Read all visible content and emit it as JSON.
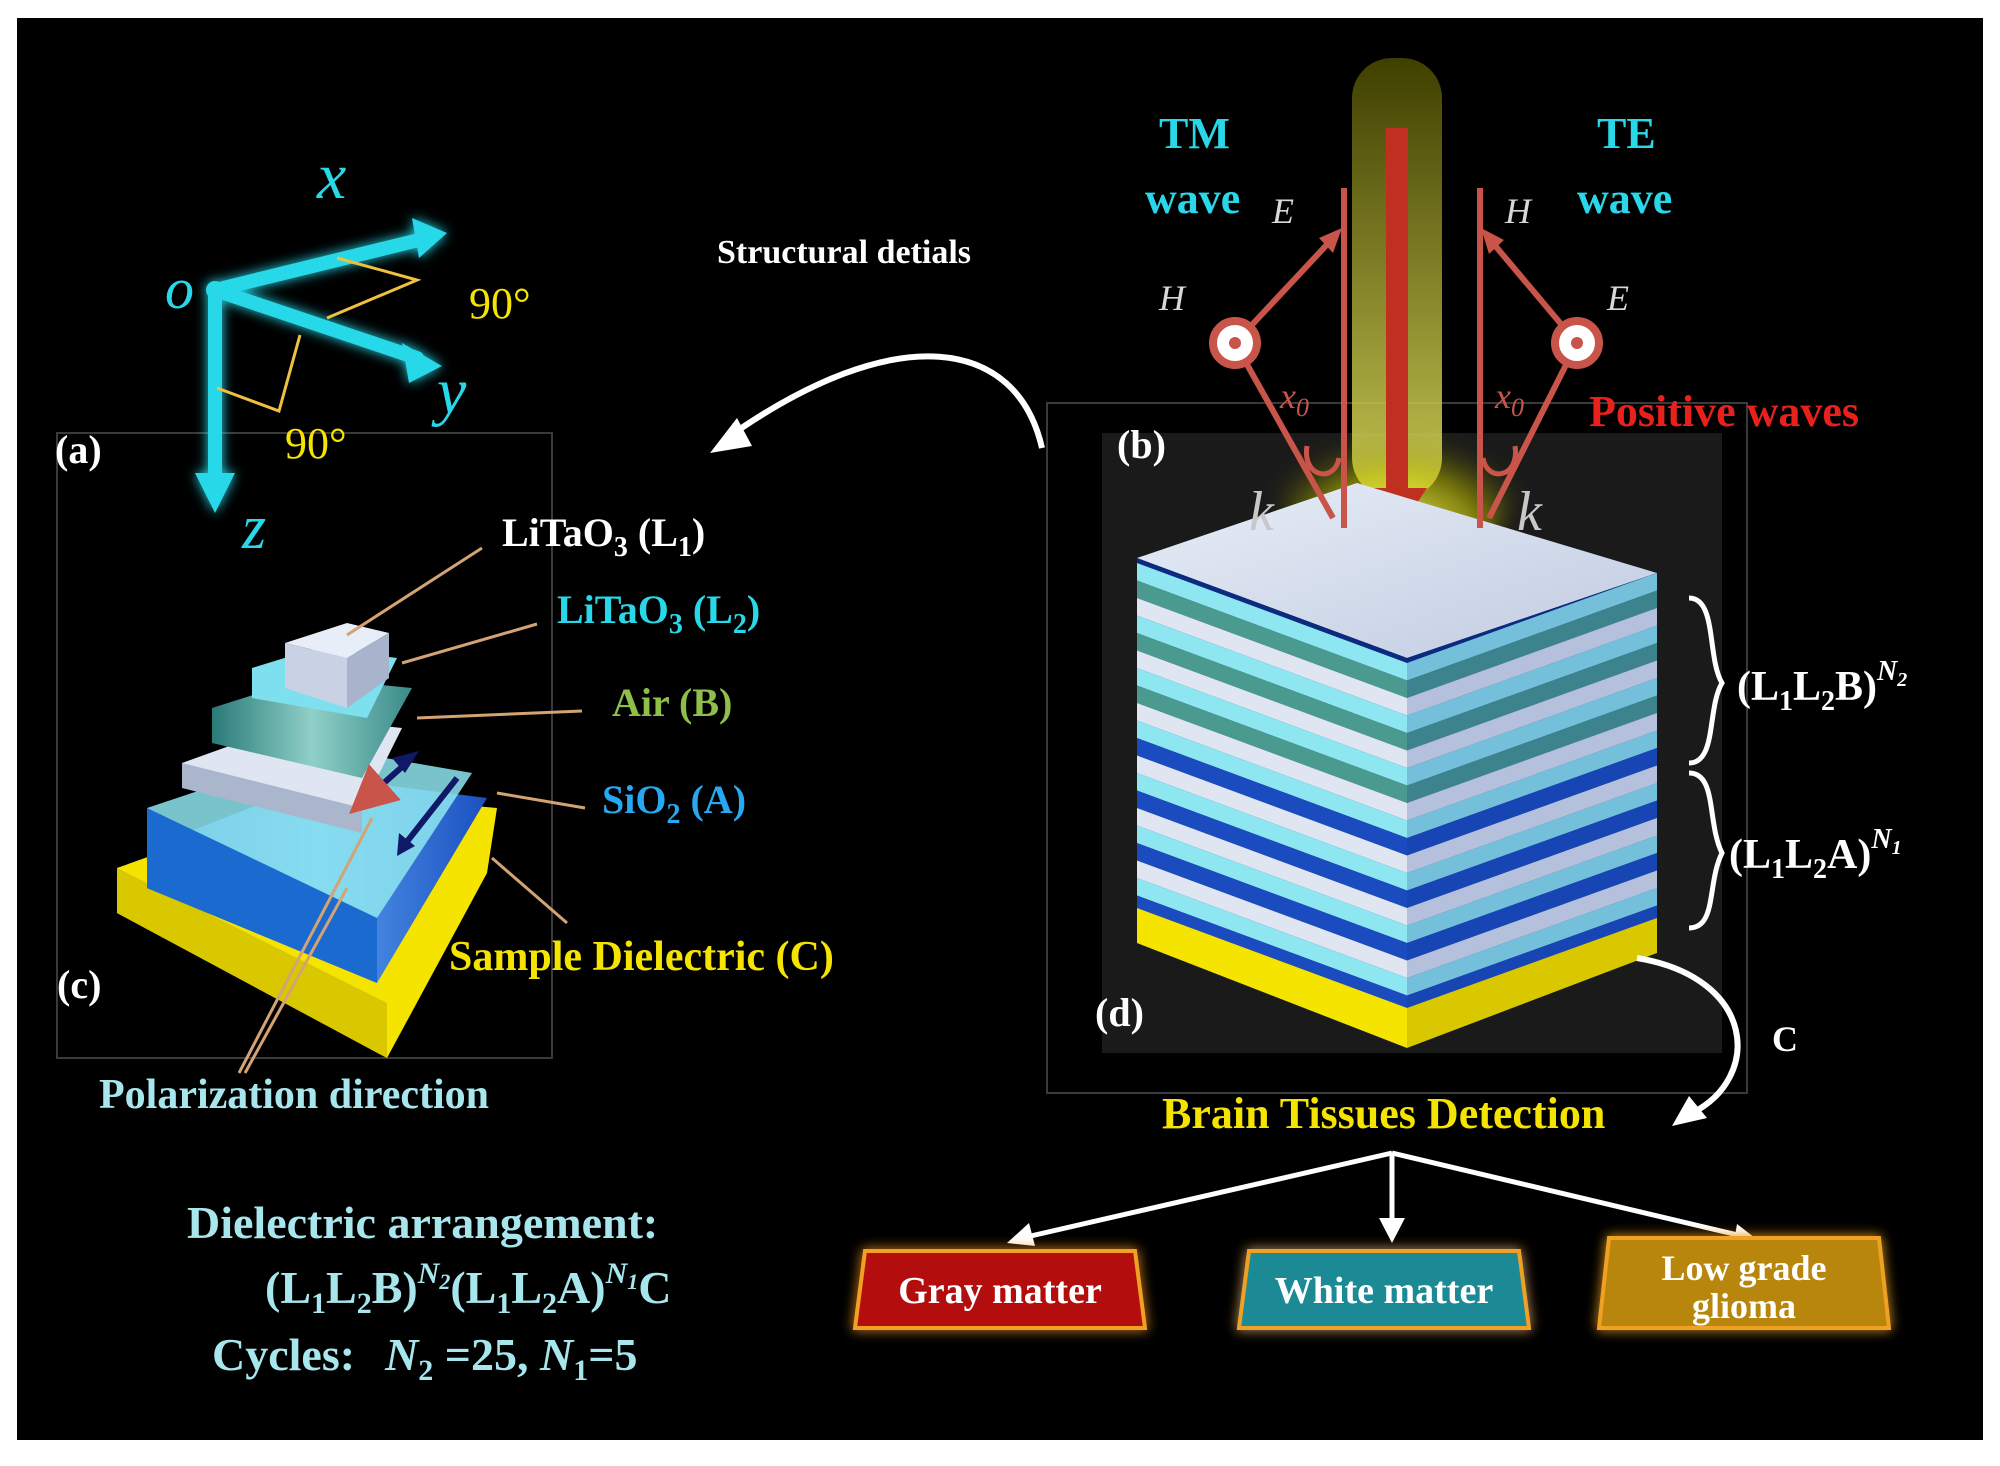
{
  "axes": {
    "x": "x",
    "y": "y",
    "z": "z",
    "origin": "o",
    "angle_top": "90°",
    "angle_bottom": "90°"
  },
  "panels": {
    "a": "(a)",
    "b": "(b)",
    "c": "(c)",
    "d": "(d)"
  },
  "structural_details": "Structural detials",
  "pyramid_labels": {
    "l1": {
      "base": "LiTaO",
      "sub3": "3",
      "paren": " (L",
      "sub": "1",
      "close": ")"
    },
    "l2": {
      "base": "LiTaO",
      "sub3": "3",
      "paren": " (L",
      "sub": "2",
      "close": ")"
    },
    "air": "Air (B)",
    "sio2": {
      "base": "SiO",
      "sub": "2",
      "rest": " (A)"
    },
    "sample": "Sample Dielectric (C)",
    "polarization": "Polarization direction"
  },
  "waves": {
    "tm_title": "TM",
    "tm_sub": "wave",
    "te_title": "TE",
    "te_sub": "wave",
    "e": "E",
    "h": "H",
    "k": "k",
    "x0": "x",
    "x0_sub": "0",
    "positive": "Positive waves"
  },
  "stack_labels": {
    "top": {
      "prefix": "(L",
      "s1": "1",
      "mid": "L",
      "s2": "2",
      "letter": "B)",
      "sup": "N",
      "supsub": "2"
    },
    "bottom": {
      "prefix": "(L",
      "s1": "1",
      "mid": "L",
      "s2": "2",
      "letter": "A)",
      "sup": "N",
      "supsub": "1"
    },
    "c": "C"
  },
  "detection": {
    "title": "Brain Tissues Detection",
    "boxes": [
      "Gray matter",
      "White matter",
      "Low grade",
      "glioma"
    ]
  },
  "arrangement": {
    "heading": "Dielectric arrangement:",
    "formula": {
      "p1": "(L",
      "s1": "1",
      "p2": "L",
      "s2": "2",
      "p3": "B)",
      "sup1": "N",
      "sup1s": "2",
      "p4": "(L",
      "s3": "1",
      "p5": "L",
      "s4": "2",
      "p6": "A)",
      "sup2": "N",
      "sup2s": "1",
      "p7": "C"
    },
    "cycles_label": "Cycles:",
    "n2": "N",
    "n2s": "2",
    "n2v": " =25, ",
    "n1": "N",
    "n1s": "1",
    "n1v": "=5"
  },
  "colors": {
    "background": "#000000",
    "cyan": "#28d8e8",
    "yellow": "#f5e400",
    "red_text": "#e8211c",
    "green_text": "#8fbf4a",
    "wave_red": "#c9544a",
    "gray_box": "#b30d0d",
    "white_box": "#1b8a95",
    "glioma_box": "#b8860b"
  }
}
